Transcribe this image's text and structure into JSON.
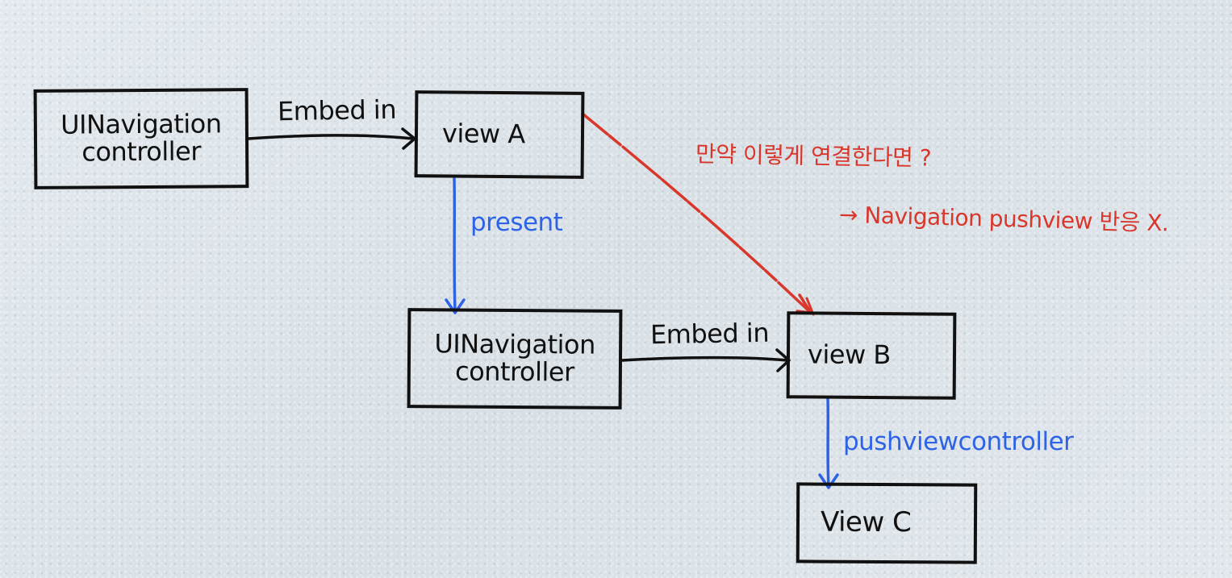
{
  "colors": {
    "ink": "#111111",
    "blue": "#2e63e6",
    "red": "#d9372b",
    "paper": "#dfe6eb"
  },
  "nodes": {
    "nav_controller_1": "UINavigation\ncontroller",
    "view_a": "view A",
    "nav_controller_2": "UINavigation\ncontroller",
    "view_b": "view B",
    "view_c": "View C"
  },
  "edges": {
    "embed_in_1": "Embed in",
    "present": "present",
    "embed_in_2": "Embed in",
    "push_view_controller": "pushviewcontroller"
  },
  "annotations": {
    "question": "만약 이렇게 연결한다면 ?",
    "result": "→ Navigation pushview 반응 X."
  }
}
